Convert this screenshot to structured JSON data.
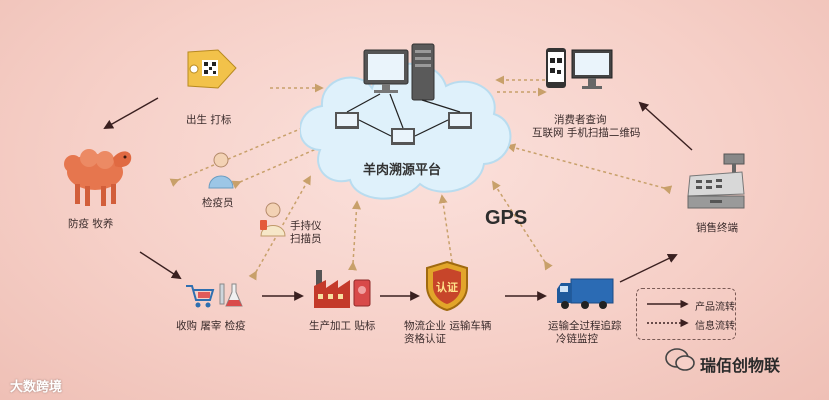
{
  "platform": {
    "title": "羊肉溯源平台"
  },
  "nodes": {
    "birth": "出生 打标",
    "epidemic": "防疫 牧养",
    "inspector": "检疫员",
    "handheld_line1": "手持仪",
    "handheld_line2": "扫描员",
    "purchase": "收购 屠宰 检疫",
    "processing": "生产加工 贴标",
    "logistics_line1": "物流企业 运输车辆",
    "logistics_line2": "资格认证",
    "transport_line1": "运输全过程追踪",
    "transport_line2": "冷链监控",
    "sales": "销售终端",
    "consumer_line1": "消费者查询",
    "consumer_line2": "互联网 手机扫描二维码"
  },
  "gps": "GPS",
  "certificate": "认证",
  "legend": {
    "product_flow": "产品流转",
    "info_flow": "信息流转"
  },
  "watermark": {
    "left": "大数跨境",
    "right": "瑞佰创物联"
  },
  "colors": {
    "background": "#f6d0c8",
    "info_arrow": "#c8a06a",
    "product_arrow": "#3a2020",
    "cloud": "#dff1fb",
    "sheep": "#e6764e"
  }
}
